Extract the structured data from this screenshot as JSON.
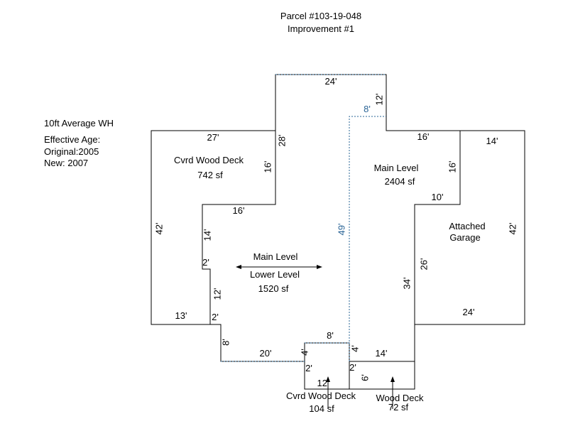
{
  "header": {
    "parcel": "Parcel #103-19-048",
    "improvement": "Improvement #1"
  },
  "info": {
    "wall_height": "10ft Average WH",
    "effective_age_label": "Effective Age:",
    "original": "Original:2005",
    "new": "New: 2007"
  },
  "areas": {
    "cvrd_deck_top": {
      "name": "Cvrd Wood Deck",
      "size": "742 sf"
    },
    "main_level": {
      "name": "Main Level",
      "size": "2404 sf"
    },
    "garage": {
      "name_line1": "Attached",
      "name_line2": "Garage"
    },
    "lower_level": {
      "upper_name": "Main Level",
      "name": "Lower Level",
      "size": "1520 sf"
    },
    "cvrd_deck_bottom": {
      "name": "Cvrd Wood Deck",
      "size": "104 sf"
    },
    "wood_deck": {
      "name": "Wood Deck",
      "size": "72 sf"
    }
  },
  "dimensions": {
    "d24_top": "24'",
    "d12_top": "12'",
    "d8_blue": "8'",
    "d27": "27'",
    "d28": "28'",
    "d16_main_top": "16'",
    "d14_garage_top": "14'",
    "d16_deck_right": "16'",
    "d16_main_right": "16'",
    "d16_lower_top": "16'",
    "d10": "10'",
    "d42_left": "42'",
    "d42_right": "42'",
    "d14_lower_left": "14'",
    "d49_blue": "49'",
    "d2_a": "2'",
    "d26": "26'",
    "d34": "34'",
    "d12_lower_left": "12'",
    "d13": "13'",
    "d2_b": "2'",
    "d24_garage_bottom": "24'",
    "d8_notch": "8'",
    "d8_left": "8'",
    "d20": "20'",
    "d4_left": "4'",
    "d4_right": "4'",
    "d14_deck": "14'",
    "d2_c": "2'",
    "d2_d": "2'",
    "d6": "6'",
    "d12_bottom": "12'"
  },
  "colors": {
    "line": "#000000",
    "dashed": "#2a6496"
  }
}
